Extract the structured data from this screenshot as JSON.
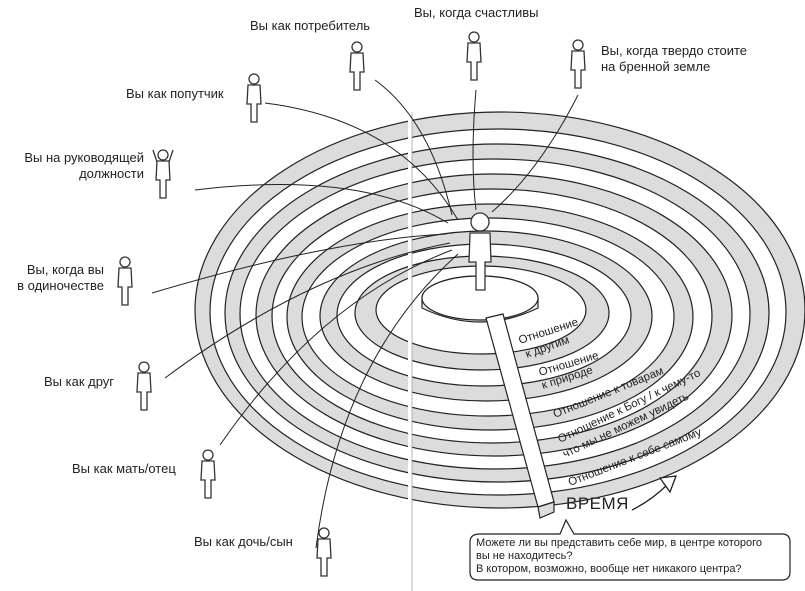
{
  "figure_labels": {
    "consumer": "Вы как потребитель",
    "happy": "Вы, когда счастливы",
    "firm_line1": "Вы, когда твердо стоите",
    "firm_line2": "на бренной земле",
    "companion": "Вы как попутчик",
    "leader_line1": "Вы на руководящей",
    "leader_line2": "должности",
    "alone_line1": "Вы, когда вы",
    "alone_line2": "в одиночестве",
    "friend": "Вы как друг",
    "parent": "Вы как мать/отец",
    "child": "Вы как дочь/сын"
  },
  "ring_labels": {
    "others_line1": "Отношение",
    "others_line2": "к другим",
    "nature_line1": "Отношение",
    "nature_line2": "к природе",
    "goods": "Отношение к товарам",
    "god_line1": "Отношение  к Богу / к чему-то,",
    "god_line2": "что мы не можем увидеть",
    "self": "Отношение к себе самому"
  },
  "time_label": "ВРЕМЯ",
  "question": {
    "line1": "Можете ли вы представить себе мир, в центре которого",
    "line2": "вы не находитесь?",
    "line3": "В котором, возможно, вообще нет никакого центра?"
  },
  "colors": {
    "ring_gray": "#dcdcdc",
    "ring_white": "#ffffff",
    "stroke": "#222222"
  }
}
